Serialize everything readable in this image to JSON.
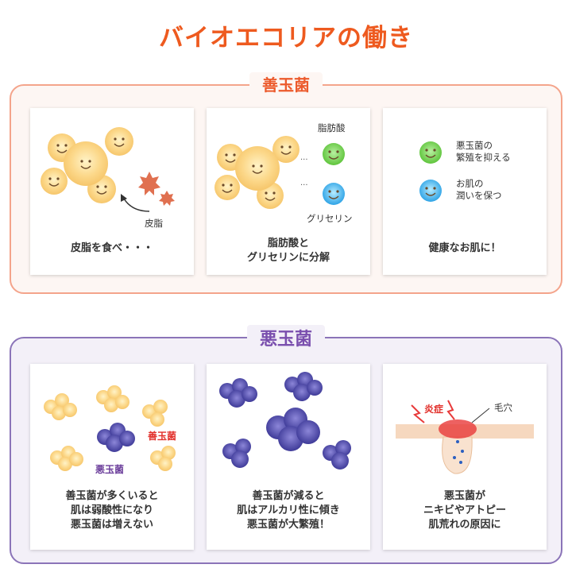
{
  "title": "バイオエコリアの働き",
  "good_section": {
    "label": "善玉菌",
    "card1": {
      "caption": "皮脂を食べ・・・",
      "tag": "皮脂"
    },
    "card2": {
      "caption_line1": "脂肪酸と",
      "caption_line2": "グリセリンに分解",
      "label_fatty": "脂肪酸",
      "label_glycerin": "グリセリン"
    },
    "card3": {
      "caption": "健康なお肌に！",
      "label1_line1": "悪玉菌の",
      "label1_line2": "繁殖を抑える",
      "label2_line1": "お肌の",
      "label2_line2": "潤いを保つ"
    }
  },
  "bad_section": {
    "label": "悪玉菌",
    "card1": {
      "line1": "善玉菌が多くいると",
      "line2": "肌は弱酸性になり",
      "line3": "悪玉菌は増えない",
      "tag_good": "善玉菌",
      "tag_bad": "悪玉菌"
    },
    "card2": {
      "line1": "善玉菌が減ると",
      "line2": "肌はアルカリ性に傾き",
      "line3": "悪玉菌が大繁殖！"
    },
    "card3": {
      "line1": "悪玉菌が",
      "line2": "ニキビやアトピー",
      "line3": "肌荒れの原因に",
      "tag_inflammation": "炎症",
      "tag_pore": "毛穴"
    }
  },
  "colors": {
    "title": "#ee5a1f",
    "good_border": "#f4a48b",
    "bad_border": "#8b74b8",
    "good_label": "#ec5a2c",
    "bad_label": "#7a4fae"
  }
}
